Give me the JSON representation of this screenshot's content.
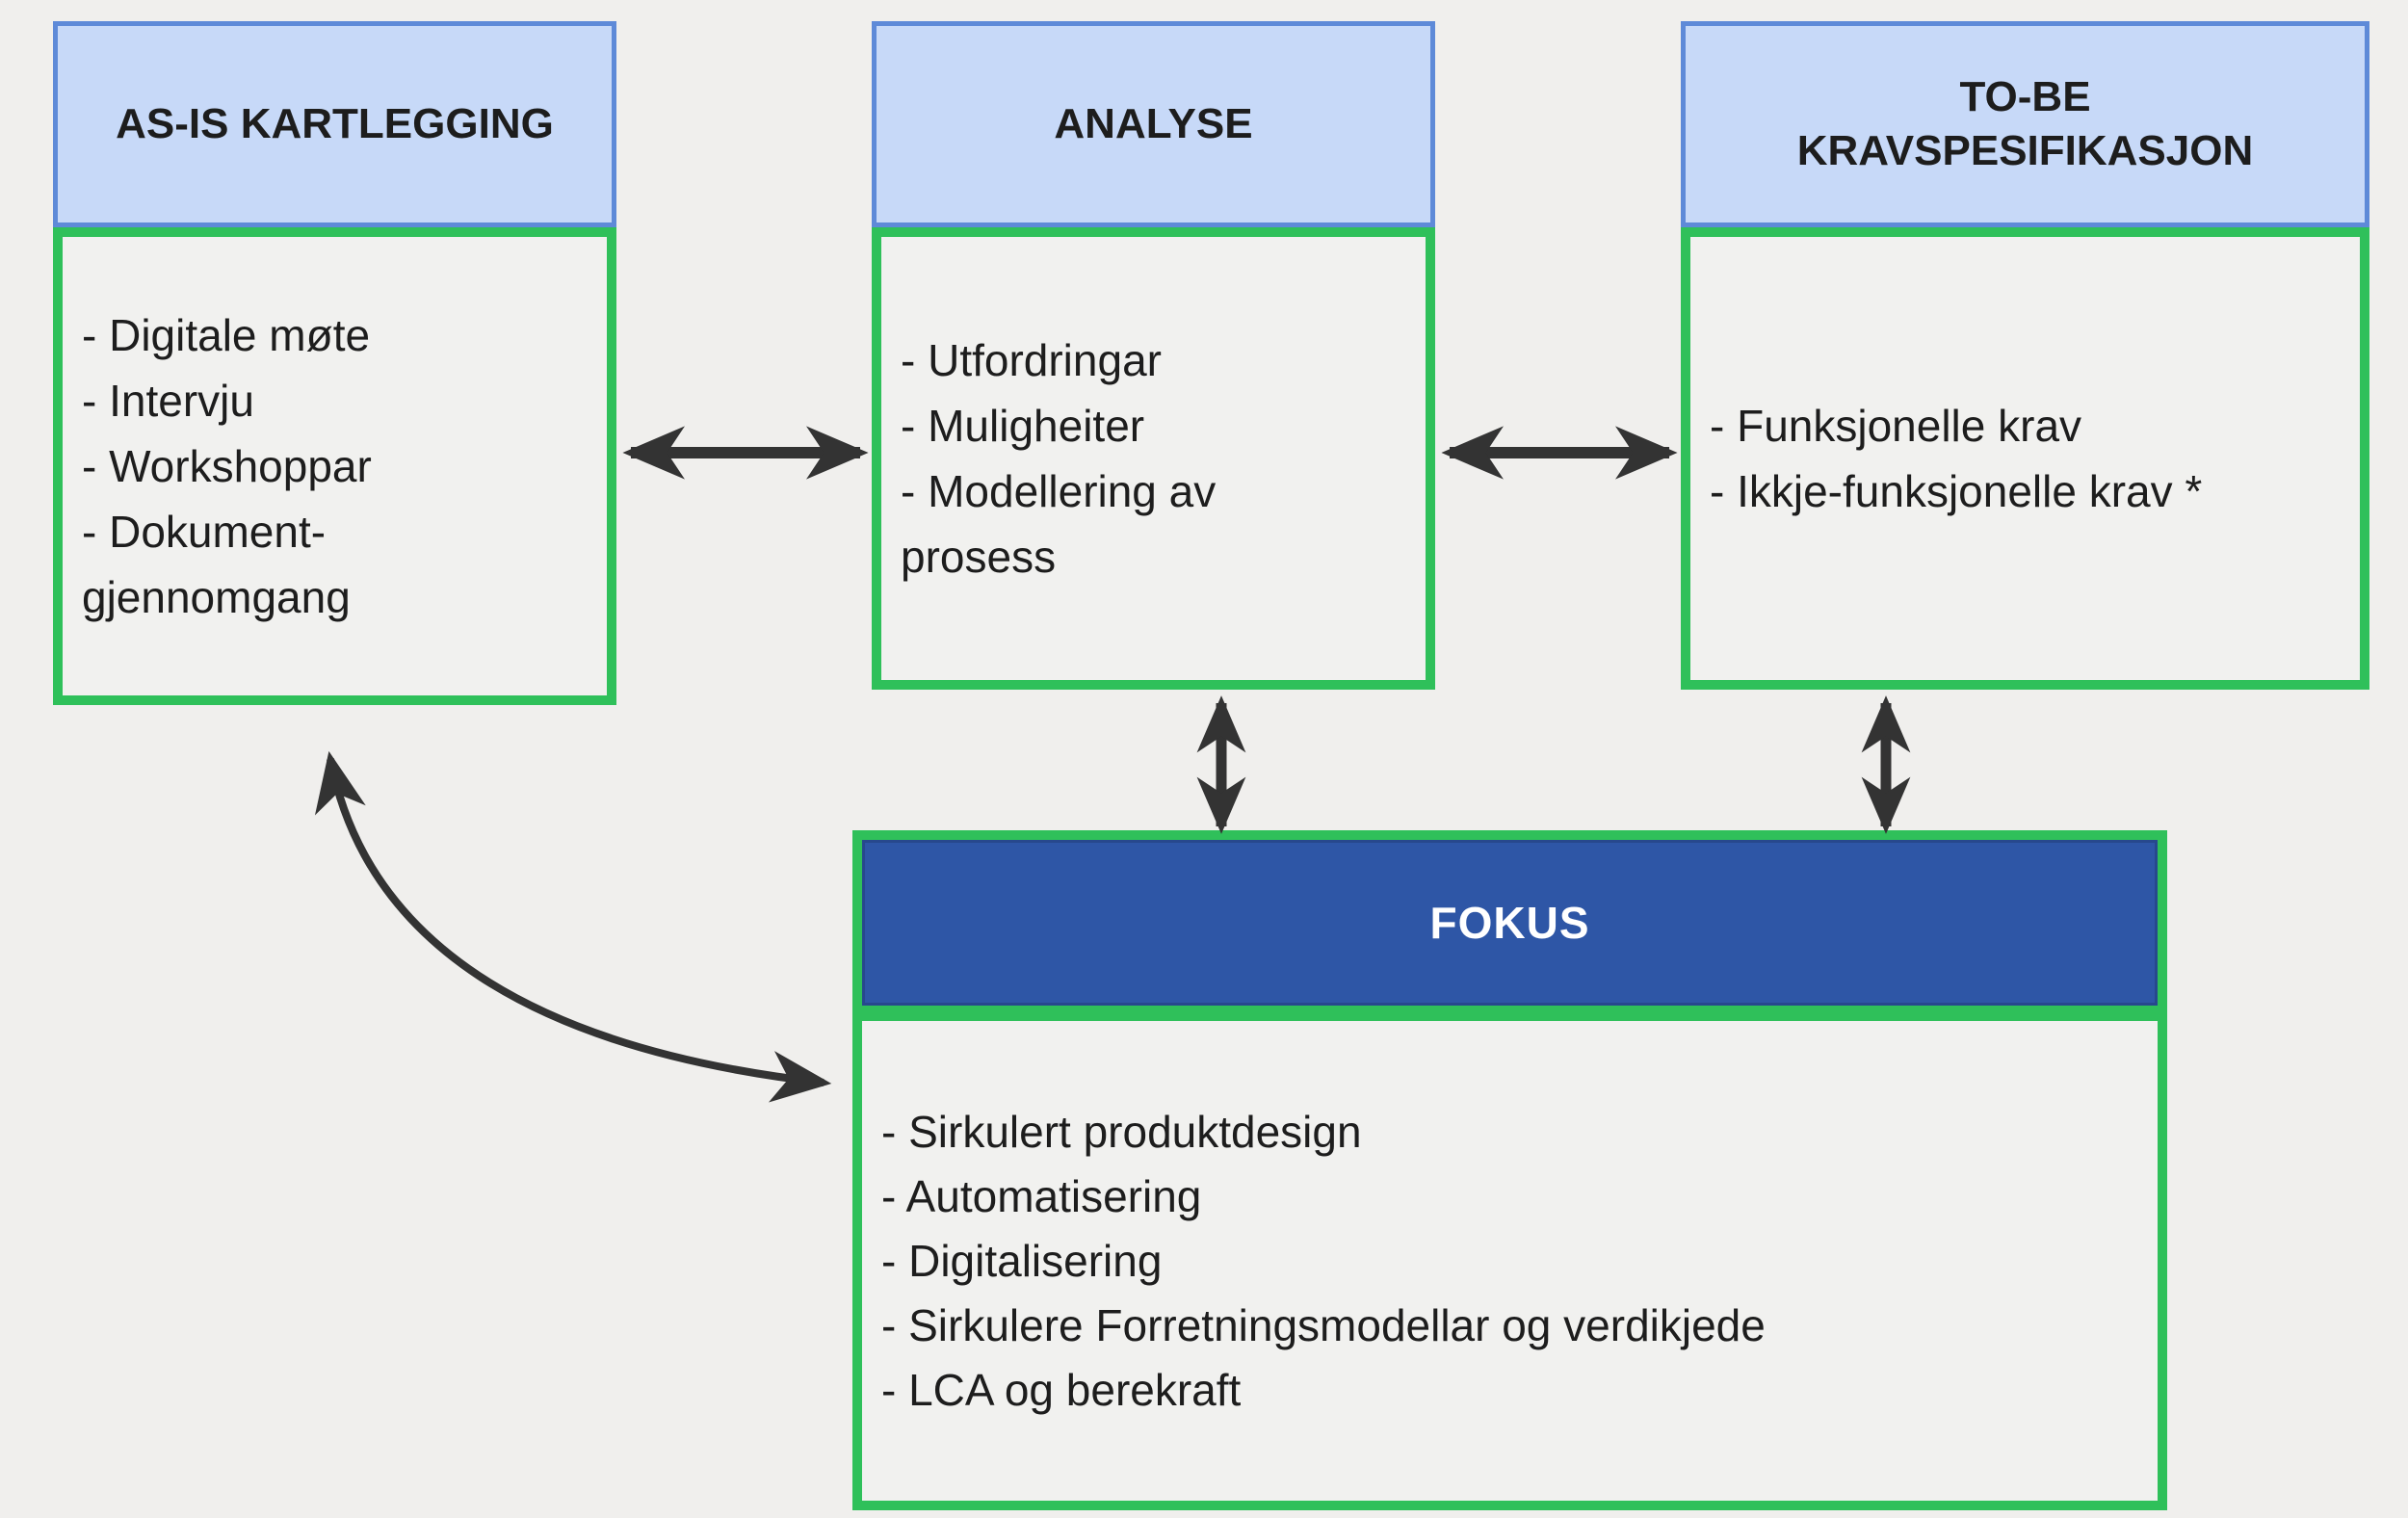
{
  "diagram": {
    "background_color": "#f0efed",
    "colors": {
      "header_fill": "#c7d9f8",
      "header_border": "#5e8ad8",
      "panel_border_green": "#2fc05a",
      "panel_fill": "#f1f1ef",
      "fokus_header_fill": "#2e56a6",
      "fokus_header_border": "#27488d",
      "fokus_title_text": "#ffffff",
      "arrow_color": "#333333",
      "text_color": "#1d1d1d"
    },
    "boxes": {
      "as_is": {
        "title": "AS-IS KARTLEGGING",
        "items": [
          "- Digitale møte",
          "- Intervju",
          "- Workshoppar",
          "- Dokument-\ngjennomgang"
        ]
      },
      "analyse": {
        "title": "ANALYSE",
        "items": [
          "- Utfordringar",
          "- Muligheiter",
          "- Modellering av\nprosess"
        ]
      },
      "to_be": {
        "title": "TO-BE\nKRAVSPESIFIKASJON",
        "items": [
          "- Funksjonelle krav",
          "- Ikkje-funksjonelle krav *"
        ]
      },
      "fokus": {
        "title": "FOKUS",
        "items": [
          "- Sirkulert produktdesign",
          "- Automatisering",
          "- Digitalisering",
          "- Sirkulere Forretningsmodellar og verdikjede",
          "- LCA og berekraft"
        ]
      }
    },
    "connections": [
      {
        "from": "as_is",
        "to": "analyse",
        "type": "double-arrow-horizontal"
      },
      {
        "from": "analyse",
        "to": "to_be",
        "type": "double-arrow-horizontal"
      },
      {
        "from": "analyse",
        "to": "fokus",
        "type": "double-arrow-vertical"
      },
      {
        "from": "to_be",
        "to": "fokus",
        "type": "double-arrow-vertical"
      },
      {
        "from": "as_is",
        "to": "fokus",
        "type": "double-arrow-curved"
      }
    ]
  }
}
